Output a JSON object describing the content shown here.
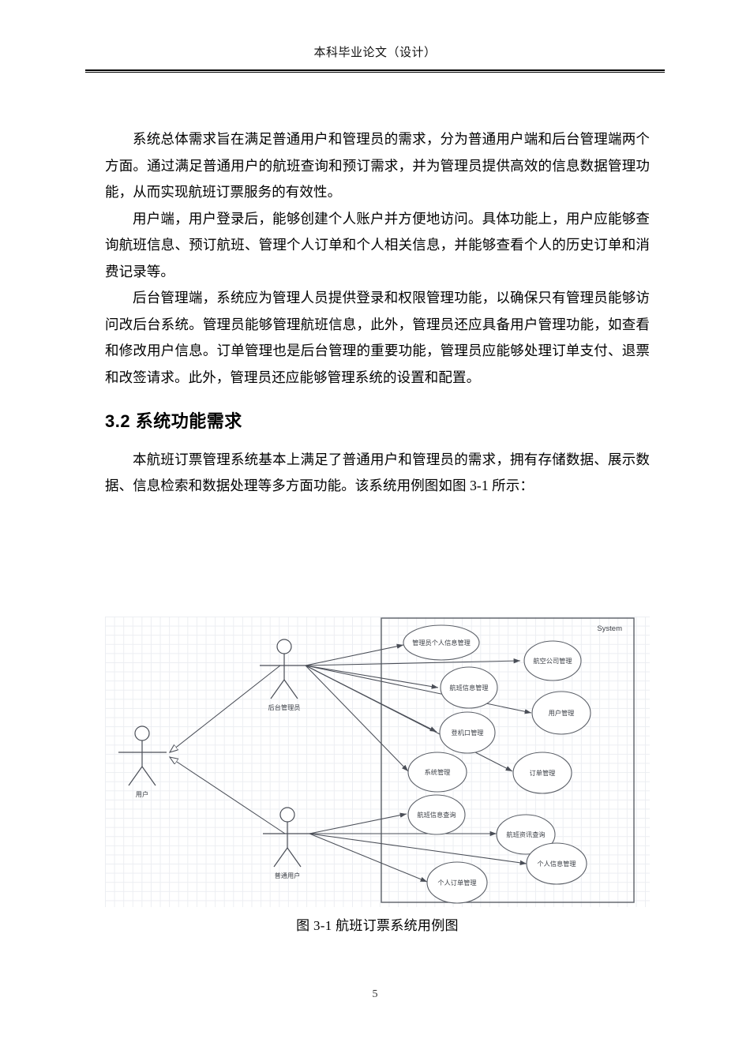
{
  "header": {
    "title": "本科毕业论文（设计）"
  },
  "body": {
    "paragraphs": [
      "系统总体需求旨在满足普通用户和管理员的需求，分为普通用户端和后台管理端两个方面。通过满足普通用户的航班查询和预订需求，并为管理员提供高效的信息数据管理功能，从而实现航班订票服务的有效性。",
      "用户端，用户登录后，能够创建个人账户并方便地访问。具体功能上，用户应能够查询航班信息、预订航班、管理个人订单和个人相关信息，并能够查看个人的历史订单和消费记录等。",
      "后台管理端，系统应为管理人员提供登录和权限管理功能，以确保只有管理员能够访问改后台系统。管理员能够管理航班信息，此外，管理员还应具备用户管理功能，如查看和修改用户信息。订单管理也是后台管理的重要功能，管理员应能够处理订单支付、退票和改签请求。此外，管理员还应能够管理系统的设置和配置。"
    ],
    "heading": "3.2  系统功能需求",
    "paragraph_after_heading": "本航班订票管理系统基本上满足了普通用户和管理员的需求，拥有存储数据、展示数据、信息检索和数据处理等多方面功能。该系统用例图如图 3-1 所示："
  },
  "figure": {
    "caption": "图 3-1 航班订票系统用例图",
    "system_boundary_label": "System",
    "actors": [
      {
        "id": "user",
        "label": "用户"
      },
      {
        "id": "admin",
        "label": "后台管理员"
      },
      {
        "id": "normal-user",
        "label": "普通用户"
      }
    ],
    "use_cases": [
      {
        "id": "admin-profile-mgmt",
        "label": "管理员个人信息管理",
        "actor": "admin"
      },
      {
        "id": "airline-company-mgmt",
        "label": "航空公司管理",
        "actor": "admin"
      },
      {
        "id": "flight-info-mgmt",
        "label": "航班信息管理",
        "actor": "admin"
      },
      {
        "id": "user-mgmt",
        "label": "用户管理",
        "actor": "admin"
      },
      {
        "id": "boarding-gate-mgmt",
        "label": "登机口管理",
        "actor": "admin"
      },
      {
        "id": "system-mgmt",
        "label": "系统管理",
        "actor": "admin"
      },
      {
        "id": "order-mgmt",
        "label": "订单管理",
        "actor": "admin"
      },
      {
        "id": "flight-info-query",
        "label": "航班信息查询",
        "actor": "normal-user"
      },
      {
        "id": "flight-news-query",
        "label": "航班资讯查询",
        "actor": "normal-user"
      },
      {
        "id": "personal-info-mgmt",
        "label": "个人信息管理",
        "actor": "normal-user"
      },
      {
        "id": "personal-order-mgmt",
        "label": "个人订单管理",
        "actor": "normal-user"
      }
    ],
    "generalizations": [
      {
        "from": "admin",
        "to": "user"
      },
      {
        "from": "normal-user",
        "to": "user"
      }
    ]
  },
  "footer": {
    "page_number": "5"
  }
}
